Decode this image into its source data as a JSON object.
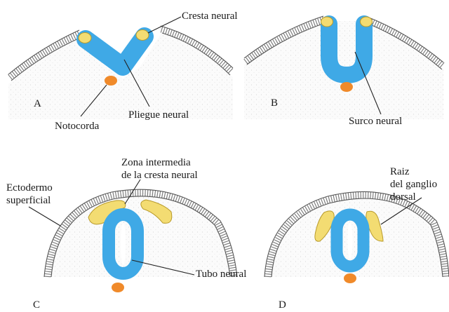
{
  "panels": {
    "A": {
      "letter": "A",
      "labels": {
        "cresta": "Cresta neural",
        "notocorda": "Notocorda",
        "pliegue": "Pliegue neural"
      }
    },
    "B": {
      "letter": "B",
      "labels": {
        "surco": "Surco neural"
      }
    },
    "C": {
      "letter": "C",
      "labels": {
        "zona_1": "Zona intermedia",
        "zona_2": "de la cresta neural",
        "ecto_1": "Ectodermo",
        "ecto_2": "superficial",
        "tubo": "Tubo neural"
      }
    },
    "D": {
      "letter": "D",
      "labels": {
        "raiz_1": "Raiz",
        "raiz_2": "del ganglio",
        "raiz_3": "dorsal"
      }
    }
  },
  "colors": {
    "neural_tissue": "#3fa9e6",
    "neural_crest": "#f3dc72",
    "notochord": "#f08a2a",
    "ectoderm": "#777777"
  }
}
